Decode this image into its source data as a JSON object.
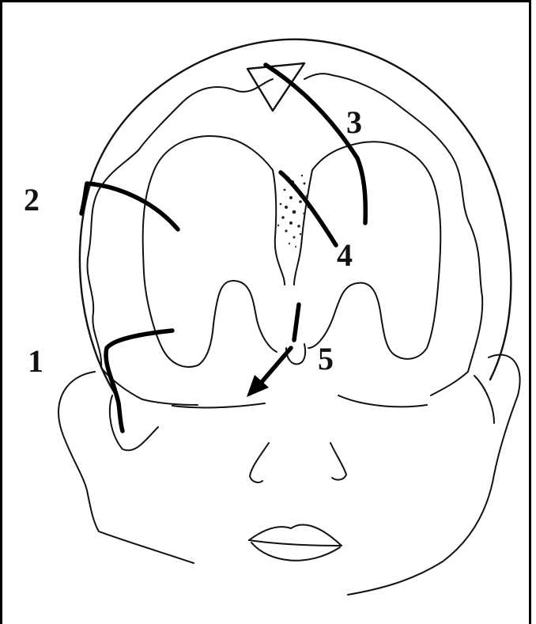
{
  "labels": [
    {
      "id": "1",
      "text": "1"
    },
    {
      "id": "2",
      "text": "2"
    },
    {
      "id": "3",
      "text": "3"
    },
    {
      "id": "4",
      "text": "4"
    },
    {
      "id": "5",
      "text": "5"
    }
  ],
  "colors": {
    "background": "#ffffff",
    "ink": "#111111",
    "border": "#000000"
  }
}
